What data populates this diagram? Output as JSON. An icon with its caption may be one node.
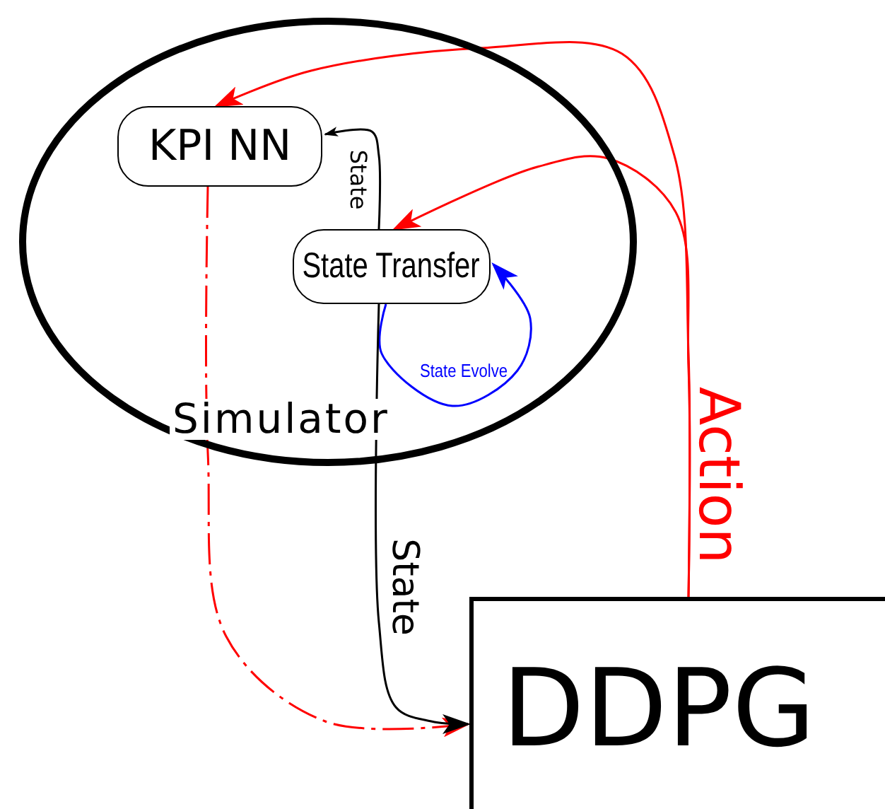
{
  "diagram": {
    "nodes": [
      {
        "text": [
          "Simulator"
        ]
      },
      {
        "text": [
          "KPI NN"
        ],
        "in": 0
      },
      {
        "text": [
          "State Transfer"
        ],
        "in": 0
      },
      {
        "text": [
          "DDPG"
        ]
      }
    ],
    "edges": [
      {
        "from": 2,
        "to": 1,
        "arrow": "to",
        "label": "State",
        "color": "#000000"
      },
      {
        "from": 3,
        "to": 1,
        "arrow": "to",
        "label": "Action"
      },
      {
        "from": 3,
        "to": 2,
        "arrow": "to"
      },
      {
        "from": 2,
        "to": 2,
        "arrow": "to",
        "label": "State Evolve",
        "color": "#0000ff"
      },
      {
        "from": 1,
        "to": 3,
        "arrow": "to",
        "style": "dashed"
      },
      {
        "from": 2,
        "to": 3,
        "arrow": "to",
        "label": "State",
        "color": "#000000"
      }
    ]
  }
}
